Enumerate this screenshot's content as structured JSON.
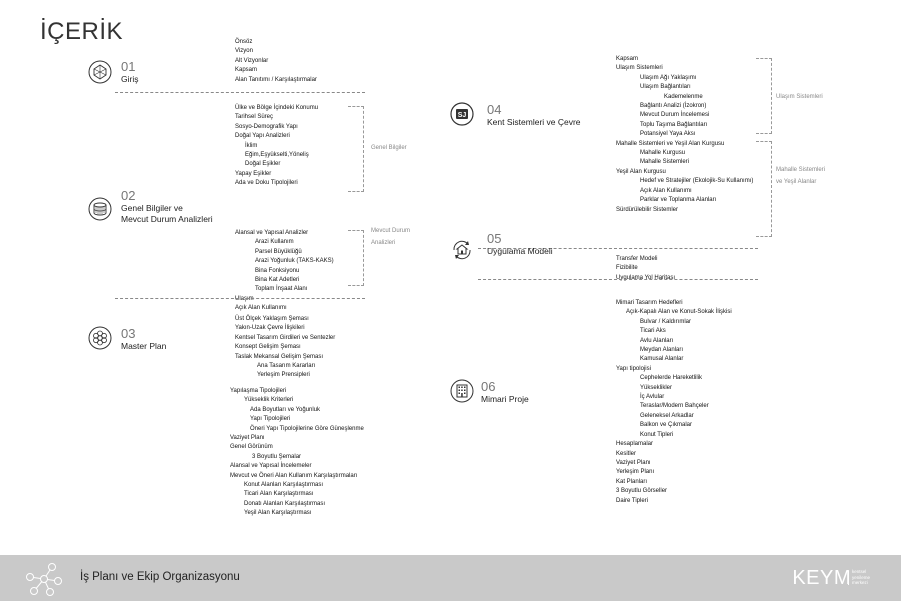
{
  "title": "İÇERİK",
  "sections": [
    {
      "num": "01",
      "name": "Giriş",
      "icon": "gem-icon",
      "items": [
        "Önsöz",
        "Vizyon",
        "Alt Vizyonlar",
        "Kapsam",
        "Alan Tanıtımı / Karşılaştırmalar"
      ]
    },
    {
      "num": "02",
      "name": "Genel Bilgiler ve Mevcut Durum Analizleri",
      "name_line1": "Genel Bilgiler ve",
      "name_line2": "Mevcut Durum Analizleri",
      "icon": "database-icon",
      "items_a": [
        "Ülke ve Bölge İçindeki Konumu",
        "Tarihsel Süreç",
        "Sosyo-Demografik Yapı",
        "Doğal Yapı Analizleri",
        "İklim",
        "Eğim,Eşyükselti,Yöneliş",
        "Doğal Eşikler",
        "Yapay Eşikler",
        "Ada ve Doku Tipolojileri"
      ],
      "items_b": [
        "Alansal ve Yapısal Analizler",
        "Arazi Kullanım",
        "Parsel Büyüklüğü",
        "Arazi Yoğunluk (TAKS-KAKS)",
        "Bina Fonksiyonu",
        "Bina Kat Adetleri",
        "Toplam İnşaat Alanı",
        "Ulaşım",
        "Açık Alan Kullanımı"
      ],
      "bracket_a": "Genel Bilgiler",
      "bracket_b_line1": "Mevcut Durum",
      "bracket_b_line2": "Analizleri"
    },
    {
      "num": "03",
      "name": "Master Plan",
      "icon": "flower-icon",
      "items_a": [
        "Üst Ölçek Yaklaşım Şeması",
        "Yakın-Uzak Çevre İlişkileri",
        "Kentsel Tasarım Girdileri ve Sentezler",
        "Konsept Gelişim Şeması",
        "Taslak Mekansal Gelişim Şeması",
        "Ana Tasarım Kararları",
        "Yerleşim Prensipleri"
      ],
      "items_b": [
        "Yapılaşma Tipolojileri",
        "Yükseklik Kriterleri",
        "Ada Boyutları ve Yoğunluk",
        "Yapı Tipolojileri",
        "Öneri Yapı Tipolojilerine Göre Güneşlenme",
        "Vaziyet Planı",
        "Genel Görünüm",
        "3 Boyutlu Şemalar",
        "Alansal ve Yapısal İncelemeler",
        "Mevcut ve Öneri Alan Kullanım Karşılaştırmaları",
        "Konut Alanları Karşılaştırması",
        "Ticari Alan Karşılaştırması",
        "Donatı Alanları Karşılaştırması",
        "Yeşil Alan Karşılaştırması"
      ]
    },
    {
      "num": "04",
      "name": "Kent Sistemleri ve Çevre",
      "icon": "sj-logo-icon",
      "items": [
        "Kapsam",
        "Ulaşım Sistemleri",
        "Ulaşım Ağı Yaklaşımı",
        "Ulaşım Bağlantıları",
        "Kademelenme",
        "Bağlantı Analizi (İzokron)",
        "Mevcut Durum İncelemesi",
        "Toplu Taşıma Bağlantıları",
        "Potansiyel Yaya Aksı",
        "Mahalle Sistemleri ve Yeşil Alan Kurgusu",
        "Mahalle Kurgusu",
        "Mahalle Sistemleri",
        "Yeşil Alan Kurgusu",
        "Hedef ve Stratejiler (Ekolojik-Su Kullanımı)",
        "Açık Alan Kullanımı",
        "Parklar ve Toplanma Alanları",
        "Sürdürülebilir Sistemler"
      ],
      "bracket_a": "Ulaşım Sistemleri",
      "bracket_b_line1": "Mahalle Sistemleri",
      "bracket_b_line2": "ve Yeşil Alanlar"
    },
    {
      "num": "05",
      "name": "Uygulama Modeli",
      "icon": "house-cycle-icon",
      "items": [
        "Transfer Modeli",
        "Fizibilite",
        "Uygulama Yol Haritası"
      ]
    },
    {
      "num": "06",
      "name": "Mimari Proje",
      "icon": "building-icon",
      "items": [
        "Mimari Tasarım Hedefleri",
        "Açık-Kapalı Alan ve Konut-Sokak İlişkisi",
        "Bulvar / Kaldırımlar",
        "Ticari Aks",
        "Avlu Alanları",
        "Meydan Alanları",
        "Kamusal Alanlar",
        "Yapı tipolojisi",
        "Cephelerde Hareketlilik",
        "Yükseklikler",
        "İç Avlular",
        "Teraslar/Modern Bahçeler",
        "Geleneksel Arkadlar",
        "Balkon ve Çıkmalar",
        "Konut Tipleri",
        "Hesaplamalar",
        "Kesitler",
        "Vaziyet Planı",
        "Yerleşim Planı",
        "Kat Planları",
        "3 Boyutlu Görseller",
        "Daire Tipleri"
      ]
    }
  ],
  "footer": {
    "title": "İş Planı ve Ekip Organizasyonu",
    "icon": "network-icon",
    "brand": "KEYM",
    "brand_sub1": "kentsel",
    "brand_sub2": "yenileme",
    "brand_sub3": "merkezi"
  },
  "colors": {
    "footer_bg": "#c9c9c9",
    "divider": "#888888",
    "text": "#111111"
  }
}
